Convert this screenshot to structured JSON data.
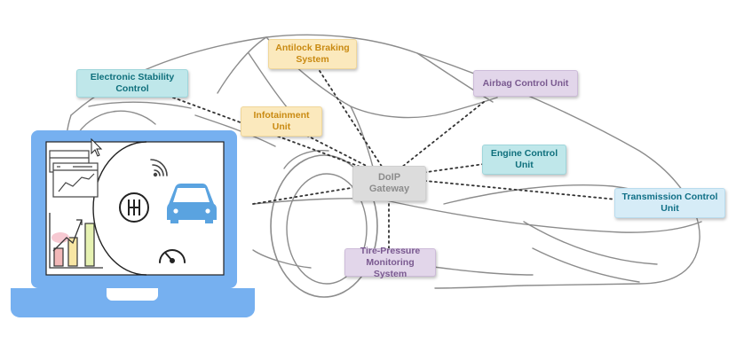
{
  "diagram": {
    "gateway": "DoIP\nGateway",
    "nodes": {
      "esc": "Electronic Stability\nControl",
      "abs": "Antilock Braking\nSystem",
      "airbag": "Airbag Control Unit",
      "infotainment": "Infotainment\nUnit",
      "engine": "Engine Control\nUnit",
      "transmission": "Transmission Control\nUnit",
      "tpms": "Tire-Pressure\nMonitoring System"
    }
  },
  "colors": {
    "laptop_frame": "#76b0f0",
    "car_icon": "#5aa3e0",
    "bar_red": "#f2b8b8",
    "bar_yellow": "#f8e6a4",
    "bar_green": "#e6f2b2"
  },
  "icons": [
    "laptop-icon",
    "browser-window-icon",
    "bar-chart-icon",
    "wifi-icon",
    "gear-shift-icon",
    "car-icon",
    "speedometer-icon",
    "mouse-cursor-icon"
  ]
}
